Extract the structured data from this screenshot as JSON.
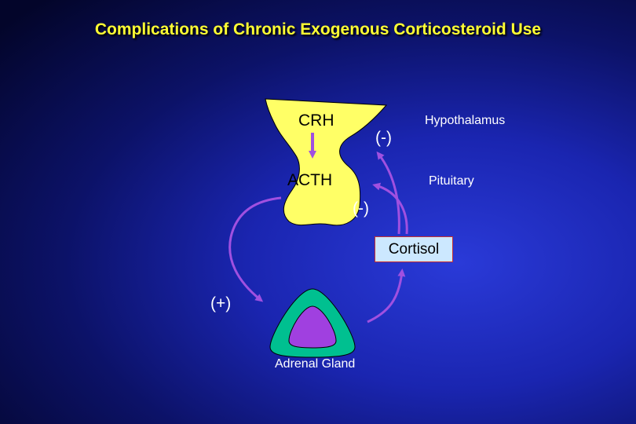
{
  "title": "Complications of Chronic Exogenous Corticosteroid Use",
  "labels": {
    "crh": "CRH",
    "acth": "ACTH",
    "hypothalamus": "Hypothalamus",
    "pituitary": "Pituitary",
    "cortisol": "Cortisol",
    "adrenal_gland": "Adrenal Gland",
    "negative_feedback_hypothalamus": "(-)",
    "negative_feedback_pituitary": "(-)",
    "positive_stimulation": "(+)"
  },
  "colors": {
    "background": "#0c1268",
    "title": "#ffff33",
    "brain_shape": "#ffff66",
    "arrow": "#a050e0",
    "adrenal_outer": "#00c090",
    "adrenal_inner": "#a040e0",
    "cortisol_box": "#cce8ff"
  }
}
